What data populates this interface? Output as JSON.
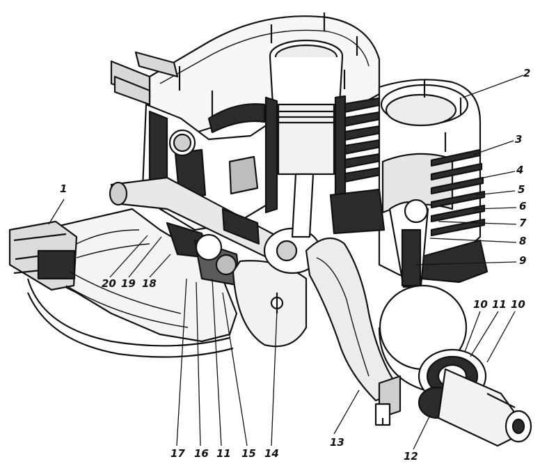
{
  "colors": {
    "ink": "#111111",
    "section_fill": "#2b2b2b",
    "body_fill": "#ffffff",
    "shade": "#9a9a9a"
  },
  "callouts": {
    "c1": "1",
    "c2": "2",
    "c3": "3",
    "c4": "4",
    "c5": "5",
    "c6": "6",
    "c7": "7",
    "c8": "8",
    "c9": "9",
    "c10a": "10",
    "c11a": "11",
    "c10b": "10",
    "c12": "12",
    "c13": "13",
    "c14": "14",
    "c15": "15",
    "c11b": "11",
    "c16": "16",
    "c17": "17",
    "c18": "18",
    "c19": "19",
    "c20": "20"
  }
}
